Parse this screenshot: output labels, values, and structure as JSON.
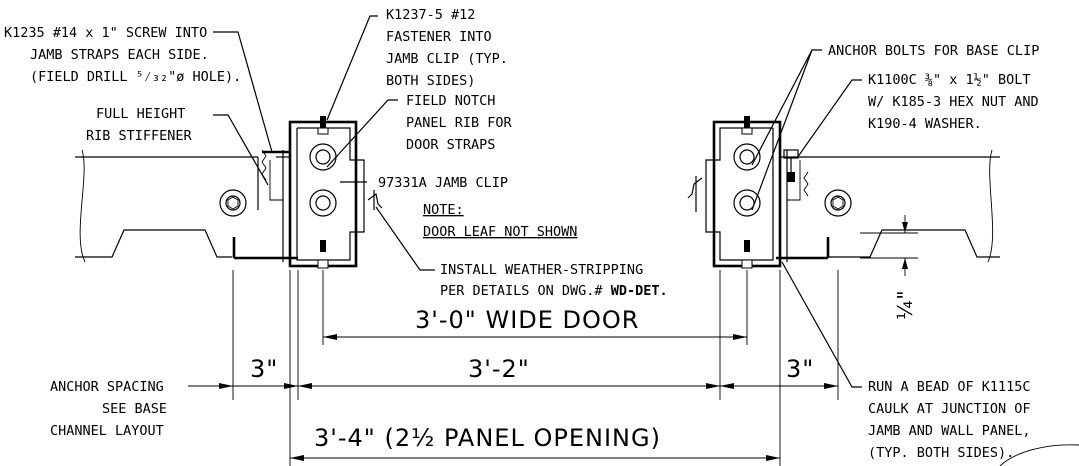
{
  "notes": {
    "screw_line1": "K1235 #14 x 1\" SCREW INTO",
    "screw_line2": "JAMB STRAPS EACH SIDE.",
    "screw_line3": "(FIELD DRILL ⁵⁄₃₂\"ø HOLE).",
    "fastener_line1": "K1237-5 #12",
    "fastener_line2": "FASTENER INTO",
    "fastener_line3": "JAMB CLIP (TYP.",
    "fastener_line4": "BOTH SIDES)",
    "rib_line1": "FULL HEIGHT",
    "rib_line2": "RIB STIFFENER",
    "notch_line1": "FIELD NOTCH",
    "notch_line2": "PANEL RIB FOR",
    "notch_line3": "DOOR STRAPS",
    "jamb_clip": "97331A JAMB CLIP",
    "note_title": "NOTE:",
    "note_body": "DOOR LEAF NOT SHOWN",
    "weather_line1": "INSTALL WEATHER-STRIPPING",
    "weather_line2": "PER DETAILS ON DWG.#",
    "weather_ref": "WD-DET.",
    "anchor_bolts": "ANCHOR BOLTS FOR BASE CLIP",
    "bolt_line1": "K1100C ⅜\" x 1½\" BOLT",
    "bolt_line2": "W/ K185-3 HEX NUT AND",
    "bolt_line3": "K190-4 WASHER.",
    "anchor_line1": "ANCHOR SPACING",
    "anchor_line2": "SEE BASE",
    "anchor_line3": "CHANNEL LAYOUT",
    "caulk_line1": "RUN A BEAD OF K1115C",
    "caulk_line2": "CAULK AT JUNCTION OF",
    "caulk_line3": "JAMB AND WALL PANEL,",
    "caulk_line4": "(TYP. BOTH SIDES)."
  },
  "dimensions": {
    "door_width": "3'-0\" WIDE DOOR",
    "left_spacing": "3\"",
    "center_span": "3'-2\"",
    "right_spacing": "3\"",
    "panel_opening": "3'-4\" (2½ PANEL OPENING)",
    "gap": "¼\""
  }
}
